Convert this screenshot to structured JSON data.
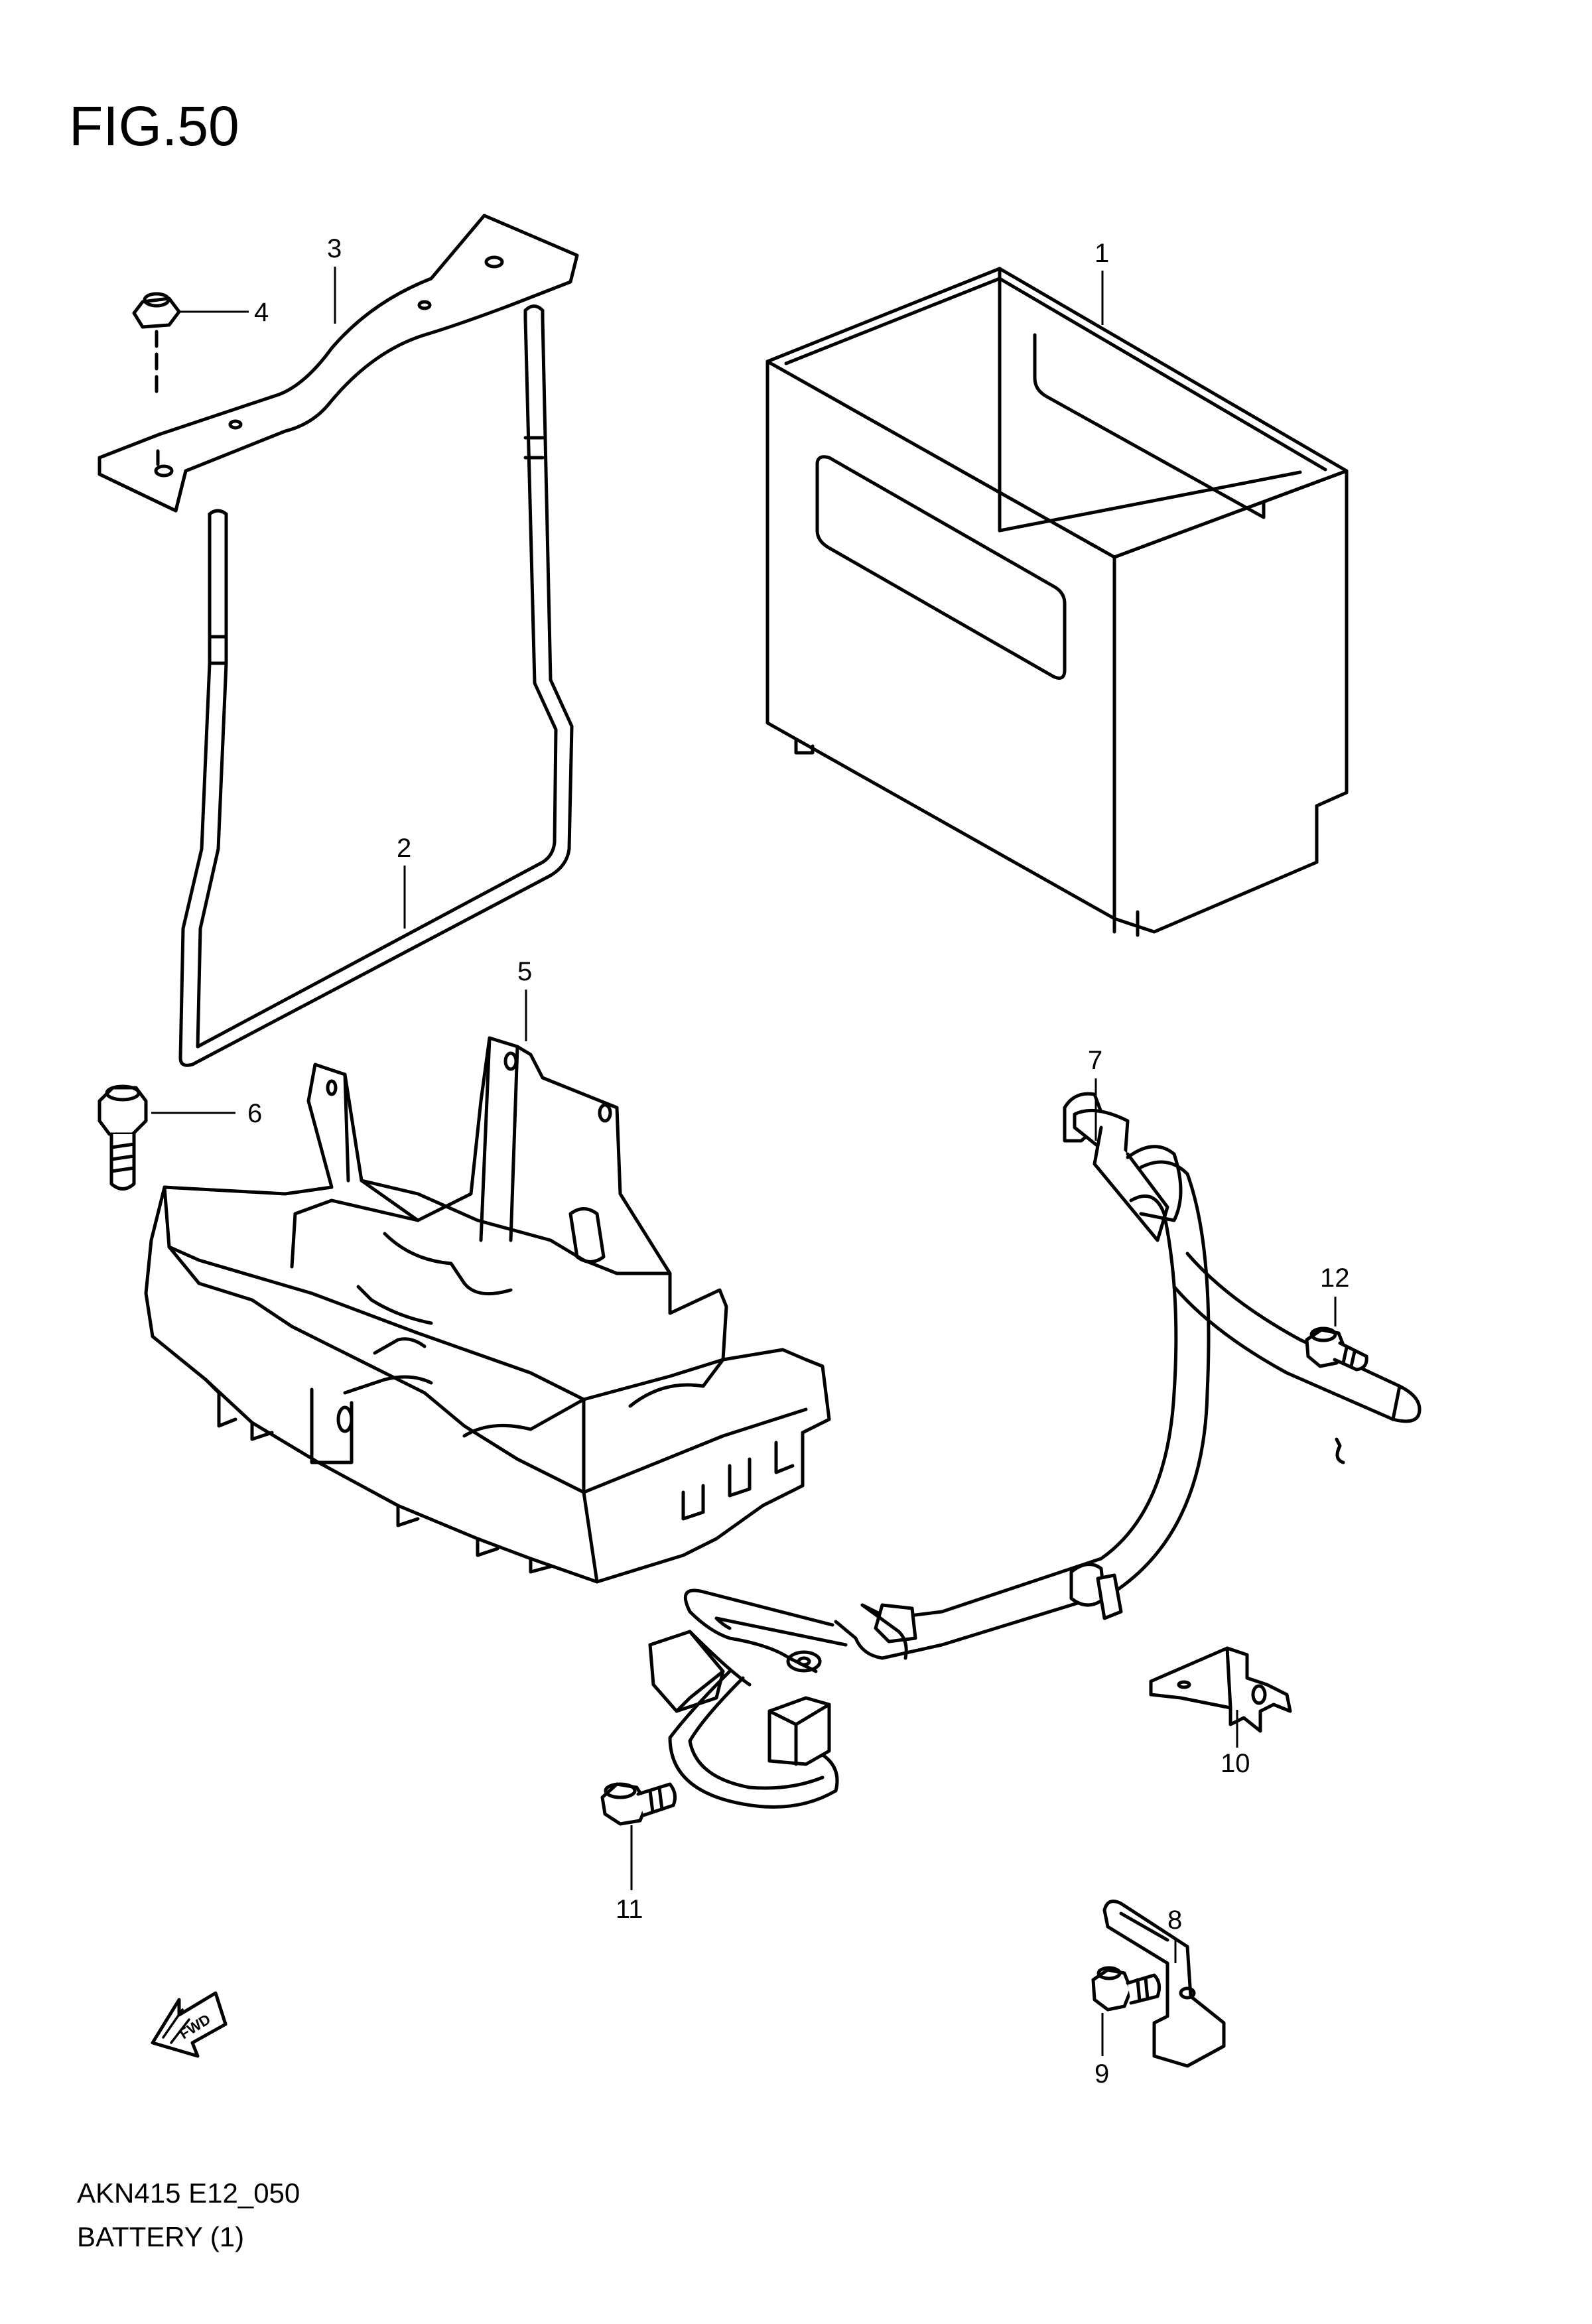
{
  "figure": {
    "title": "FIG.50"
  },
  "footer": {
    "code": "AKN415 E12_050",
    "title": "BATTERY (1)"
  },
  "callouts": [
    "1",
    "2",
    "3",
    "4",
    "5",
    "6",
    "7",
    "8",
    "9",
    "10",
    "11",
    "12"
  ],
  "arrow_label": "FWD"
}
